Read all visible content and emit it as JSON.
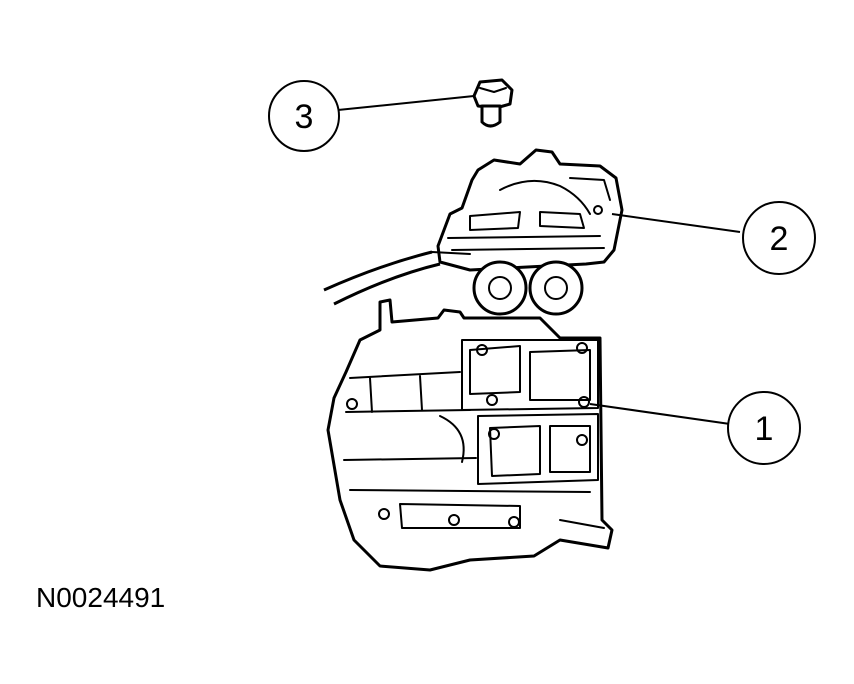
{
  "figure_id": "N0024491",
  "callouts": [
    {
      "number": "1",
      "part": "valve-body"
    },
    {
      "number": "2",
      "part": "solenoid-assembly"
    },
    {
      "number": "3",
      "part": "bolt"
    }
  ],
  "colors": {
    "line": "#000000",
    "background": "#ffffff"
  }
}
